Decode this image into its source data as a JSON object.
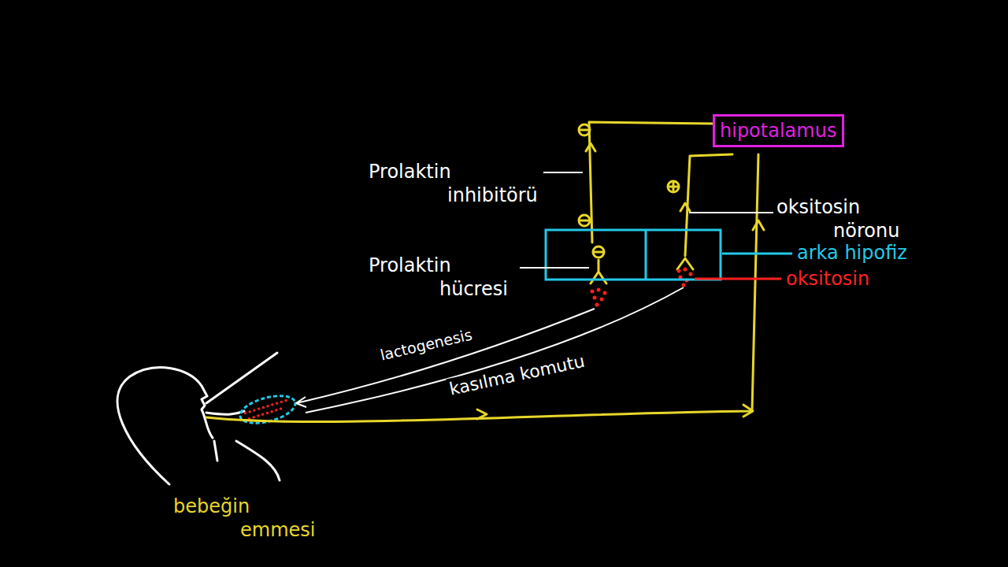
{
  "diagram": {
    "nodes": [
      {
        "text": [
          "hipotalamus"
        ]
      }
    ],
    "labels": [
      "Prolaktin inhibitörü",
      "Prolaktin hücresi",
      "oksitosin nöronu",
      "arka hipofiz",
      "oksitosin",
      "lactogenesis",
      "kasılma komutu",
      "bebeğin emmesi"
    ]
  }
}
